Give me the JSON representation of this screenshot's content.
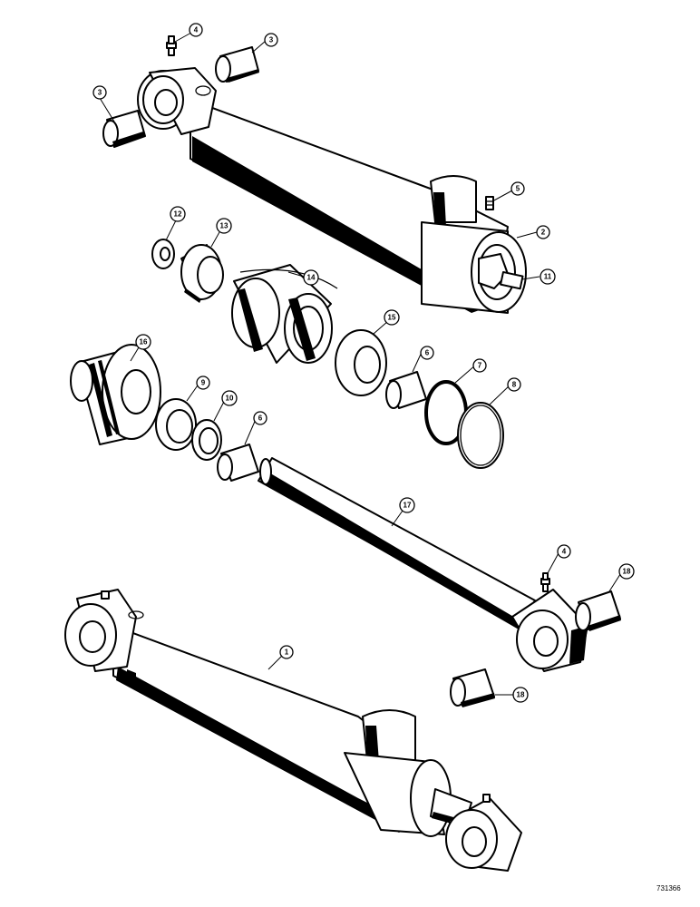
{
  "figure": {
    "id_code": "731366",
    "callouts": [
      {
        "key": "c3a",
        "label": "3"
      },
      {
        "key": "c4a",
        "label": "4"
      },
      {
        "key": "c3b",
        "label": "3"
      },
      {
        "key": "c5",
        "label": "5"
      },
      {
        "key": "c2",
        "label": "2"
      },
      {
        "key": "c11",
        "label": "11"
      },
      {
        "key": "c12",
        "label": "12"
      },
      {
        "key": "c13",
        "label": "13"
      },
      {
        "key": "c14",
        "label": "14"
      },
      {
        "key": "c15",
        "label": "15"
      },
      {
        "key": "c16",
        "label": "16"
      },
      {
        "key": "c6a",
        "label": "6"
      },
      {
        "key": "c7",
        "label": "7"
      },
      {
        "key": "c8",
        "label": "8"
      },
      {
        "key": "c9",
        "label": "9"
      },
      {
        "key": "c10",
        "label": "10"
      },
      {
        "key": "c6b",
        "label": "6"
      },
      {
        "key": "c17",
        "label": "17"
      },
      {
        "key": "c4b",
        "label": "4"
      },
      {
        "key": "c18a",
        "label": "18"
      },
      {
        "key": "c1",
        "label": "1"
      },
      {
        "key": "c18b",
        "label": "18"
      }
    ]
  }
}
